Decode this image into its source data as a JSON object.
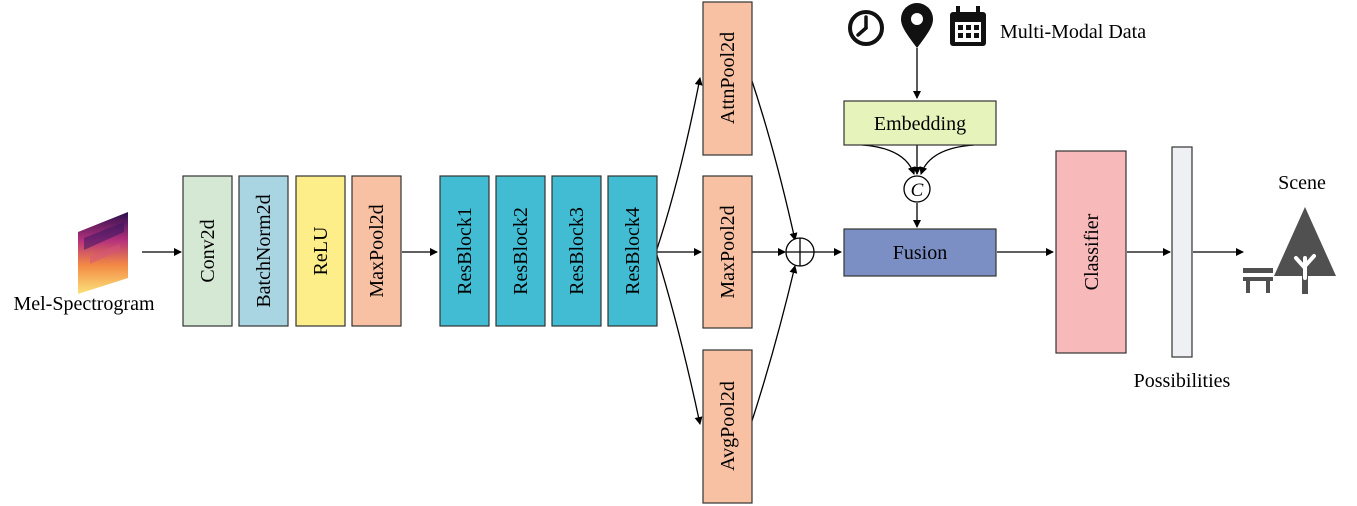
{
  "input": {
    "label": "Mel-Spectrogram"
  },
  "layers": {
    "conv": "Conv2d",
    "bn": "BatchNorm2d",
    "relu": "ReLU",
    "maxpool": "MaxPool2d",
    "res1": "ResBlock1",
    "res2": "ResBlock2",
    "res3": "ResBlock3",
    "res4": "ResBlock4"
  },
  "pools": {
    "attn": "AttnPool2d",
    "max": "MaxPool2d",
    "avg": "AvgPool2d"
  },
  "multimodal": {
    "label": "Multi-Modal Data",
    "icons": [
      "clock-icon",
      "location-pin-icon",
      "calendar-icon"
    ]
  },
  "embedding": {
    "label": "Embedding"
  },
  "concat": {
    "symbol": "C"
  },
  "fusion": {
    "label": "Fusion"
  },
  "classifier": {
    "label": "Classifier"
  },
  "possibilities": {
    "label": "Possibilities"
  },
  "scene": {
    "label": "Scene",
    "icon": "park-tree-bench-icon"
  },
  "colors": {
    "conv": "#d5e8d4",
    "batchnorm": "#a9d5e3",
    "relu": "#fdee8a",
    "maxpool": "#f9c1a3",
    "resblock": "#42bcd2",
    "pool": "#f9c1a3",
    "embedding": "#e6f4bc",
    "fusion": "#7b8fc4",
    "classifier": "#f8b9ba",
    "possibilities": "#eef0f3",
    "scene_icon": "#505050"
  }
}
